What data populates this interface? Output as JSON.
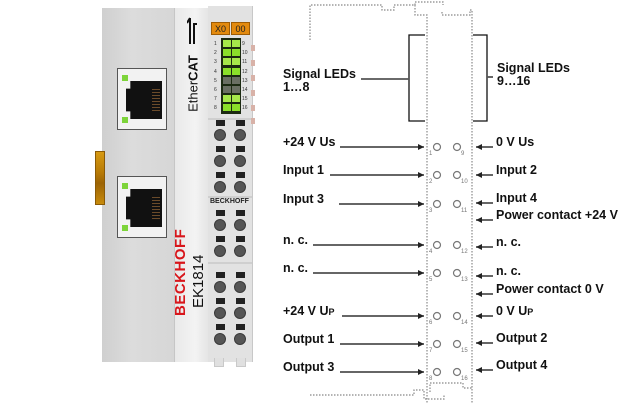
{
  "device": {
    "brand": "BECKHOFF",
    "model": "EK1814",
    "bus_logo_light": "Ether",
    "bus_logo_bold": "CAT",
    "terminal_brand": "BECKHOFF",
    "led_headers": [
      "X0",
      "00"
    ],
    "led_states_left": [
      true,
      true,
      true,
      true,
      false,
      false,
      true,
      true
    ],
    "led_states_right": [
      true,
      true,
      true,
      true,
      false,
      false,
      true,
      true
    ],
    "led_numbers_left": [
      "1",
      "2",
      "3",
      "4",
      "5",
      "6",
      "7",
      "8"
    ],
    "led_numbers_right": [
      "9",
      "10",
      "11",
      "12",
      "13",
      "14",
      "15",
      "16"
    ],
    "colors": {
      "brand_red": "#d8161b",
      "led_green": "#8be02a",
      "header_orange": "#e38a0e",
      "rail_clip": "#c78b0c"
    }
  },
  "diagram": {
    "signal_leds_left": {
      "line1": "Signal LEDs",
      "line2": "1…8"
    },
    "signal_leds_right": {
      "line1": "Signal LEDs",
      "line2": "9…16"
    },
    "left_labels": [
      {
        "text": "+24 V Us",
        "terminal": "1"
      },
      {
        "text": "Input 1",
        "terminal": "2"
      },
      {
        "text": "Input 3",
        "terminal": "3"
      },
      {
        "text": "n. c.",
        "terminal": "4"
      },
      {
        "text": "n. c.",
        "terminal": "5"
      },
      {
        "text": "+24 V U",
        "sub": "P",
        "terminal": "6"
      },
      {
        "text": "Output 1",
        "terminal": "7"
      },
      {
        "text": "Output 3",
        "terminal": "8"
      }
    ],
    "right_labels": [
      {
        "text": "0 V Us",
        "terminal": "9"
      },
      {
        "text": "Input 2",
        "terminal": "10"
      },
      {
        "text": "Input 4",
        "terminal": "11"
      },
      {
        "text": "Power contact +24 V",
        "terminal": ""
      },
      {
        "text": "n. c.",
        "terminal": "12"
      },
      {
        "text": "n. c.",
        "terminal": "13"
      },
      {
        "text": "Power contact 0 V",
        "terminal": ""
      },
      {
        "text": "0 V U",
        "sub": "P",
        "terminal": "14"
      },
      {
        "text": "Output 2",
        "terminal": "15"
      },
      {
        "text": "Output 4",
        "terminal": "16"
      }
    ]
  }
}
